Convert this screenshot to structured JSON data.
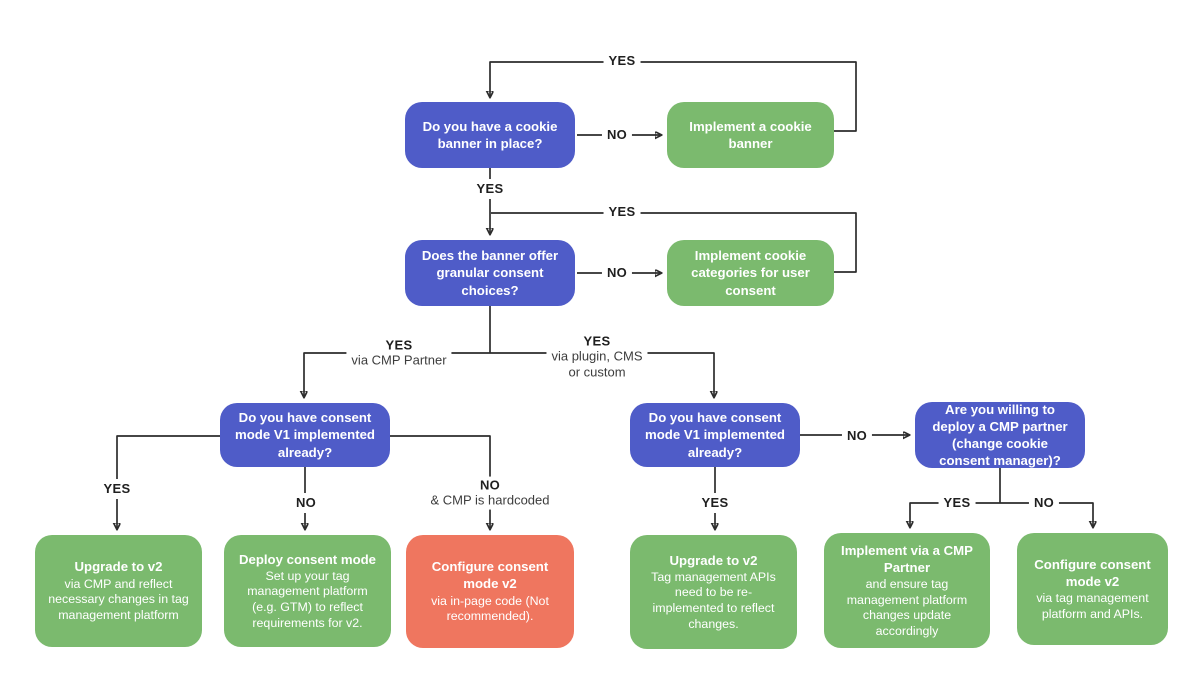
{
  "colors": {
    "question_box": "#4f5cc8",
    "action_box": "#7bba6e",
    "warning_box": "#ef765f",
    "connector": "#2d2d2d"
  },
  "nodes": {
    "q_cookie_banner": {
      "title": "Do you have a cookie banner in place?"
    },
    "a_implement_banner": {
      "title": "Implement a cookie banner"
    },
    "q_granular_consent": {
      "title": "Does the banner offer granular consent choices?"
    },
    "a_cookie_categories": {
      "title": "Implement cookie categories for user consent"
    },
    "q_v1_left": {
      "title": "Do you have consent mode V1 implemented already?"
    },
    "q_v1_right": {
      "title": "Do you have consent mode V1 implemented already?"
    },
    "q_cmp_partner": {
      "title": "Are you willing to deploy a CMP partner (change cookie consent manager)?"
    },
    "r_upgrade_via_cmp": {
      "title": "Upgrade to v2",
      "body": "via CMP and reflect necessary changes in tag management platform"
    },
    "r_deploy_consent": {
      "title": "Deploy consent mode",
      "body": "Set up your tag management platform (e.g. GTM) to reflect requirements for v2."
    },
    "r_configure_inpage": {
      "title": "Configure consent mode v2",
      "body": "via in-page code (Not recommended)."
    },
    "r_upgrade_tag_apis": {
      "title": "Upgrade to v2",
      "body": "Tag management APIs need to be re-implemented to reflect changes."
    },
    "r_implement_cmp": {
      "title": "Implement via a CMP Partner",
      "body": "and ensure tag management platform changes update accordingly"
    },
    "r_configure_tms": {
      "title": "Configure consent mode v2",
      "body": "via tag management platform and APIs."
    }
  },
  "labels": {
    "loop_top_yes": "YES",
    "no_banner": "NO",
    "yes_banner": "YES",
    "loop_mid_yes": "YES",
    "no_granular": "NO",
    "branch_cmp": {
      "decision": "YES",
      "note": "via CMP Partner"
    },
    "branch_plugin": {
      "decision": "YES",
      "note": "via plugin, CMS\nor custom"
    },
    "yes_v1_left": "YES",
    "no_v1_left": "NO",
    "no_hardcoded": {
      "decision": "NO",
      "note": "& CMP is hardcoded"
    },
    "yes_v1_right": "YES",
    "no_v1_right": "NO",
    "yes_cmp_deploy": "YES",
    "no_cmp_deploy": "NO"
  }
}
